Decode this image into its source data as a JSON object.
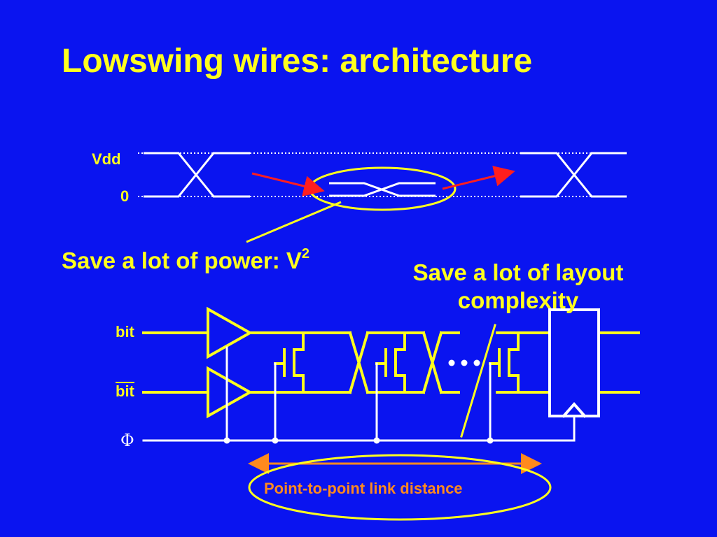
{
  "slide": {
    "title": "Lowswing wires: architecture",
    "annotation_power": "Save a lot of power: V",
    "annotation_power_superscript": "2",
    "annotation_layout_line1": "Save a lot of layout",
    "annotation_layout_line2": "complexity",
    "distance_label": "Point-to-point link distance"
  },
  "signals": {
    "vdd": "Vdd",
    "zero": "0",
    "bit": "bit",
    "bit_bar": "bit",
    "phi": "Φ"
  },
  "colors": {
    "background": "#0a14f0",
    "text_yellow": "#ffff1e",
    "wire_white": "#ffffff",
    "arrow_red": "#ff1e1e",
    "distance_orange": "#ff8a1e"
  }
}
